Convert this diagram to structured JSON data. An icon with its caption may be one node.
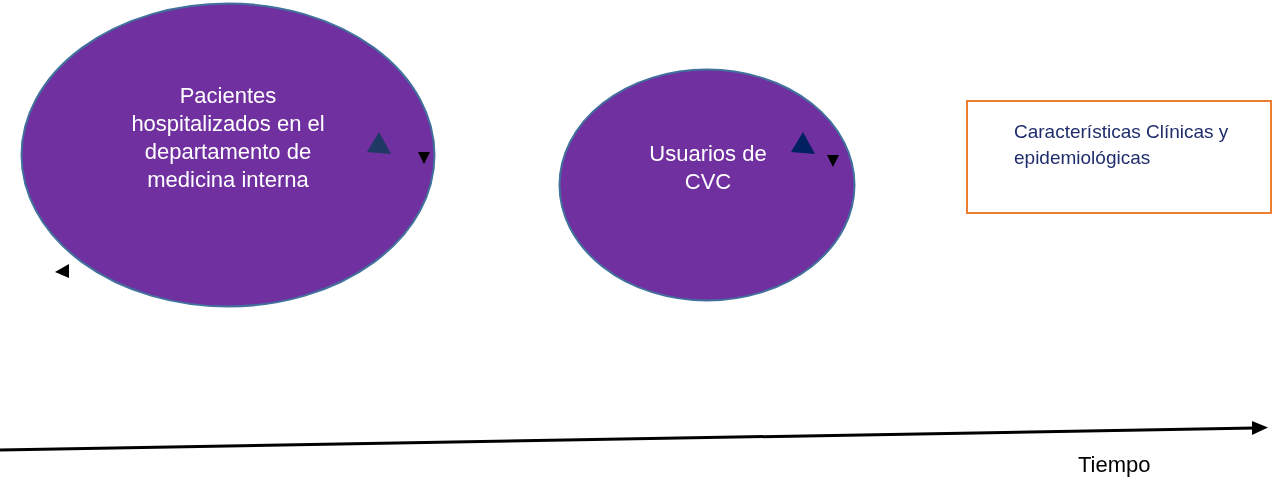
{
  "diagram": {
    "nodes": [
      {
        "text": [
          "Pacientes hospitalizados en el departamento de medicina interna"
        ]
      },
      {
        "text": [
          "Usuarios de CVC"
        ]
      },
      {
        "text": [
          "Características Clínicas y epidemiológicas"
        ]
      }
    ],
    "labels": [
      "Tiempo"
    ]
  }
}
